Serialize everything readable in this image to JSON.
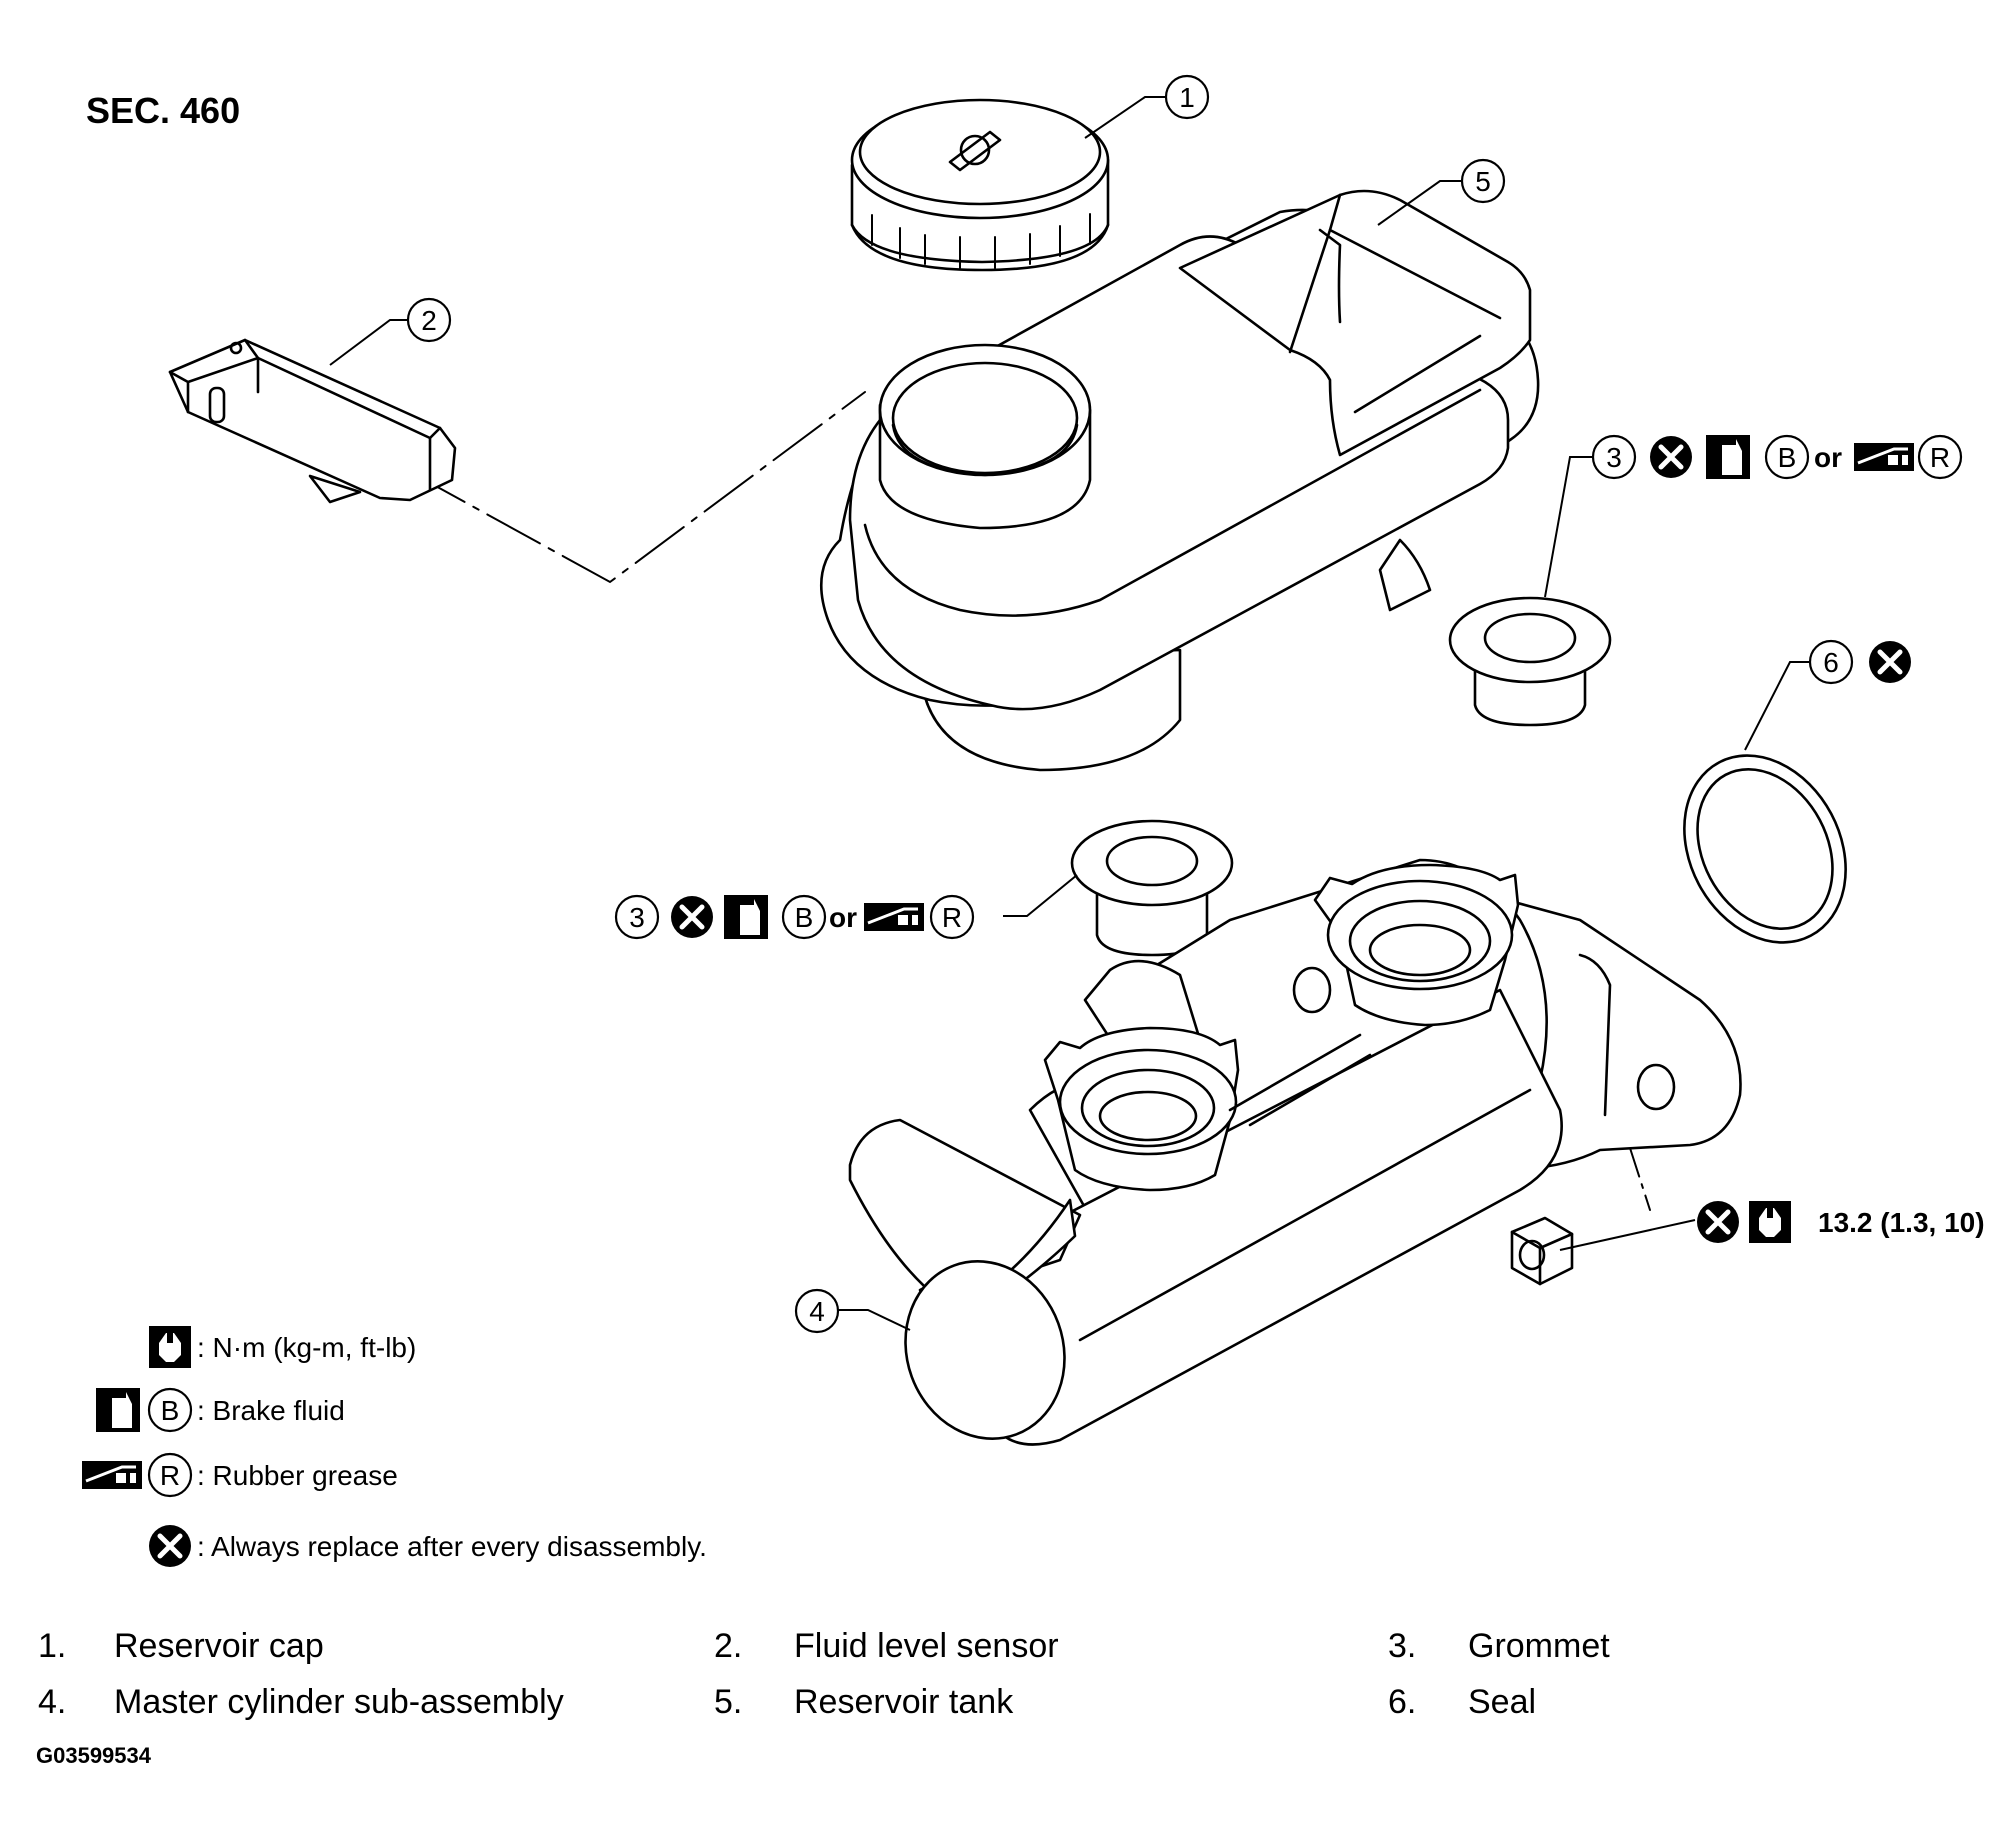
{
  "section_label": "SEC. 460",
  "callouts": {
    "c1": "1",
    "c2": "2",
    "c3_top": "3",
    "c3_left": "3",
    "c4": "4",
    "c5": "5",
    "c6": "6"
  },
  "symbol_letters": {
    "brake_fluid": "B",
    "rubber_grease": "R",
    "or": "or"
  },
  "torque_spec": "13.2 (1.3, 10)",
  "legend": [
    {
      "icon": "torque-wrench-icon",
      "text": ": N·m (kg-m, ft-lb)"
    },
    {
      "icon": "brake-fluid-icon",
      "letter": "B",
      "text": ": Brake fluid"
    },
    {
      "icon": "rubber-grease-icon",
      "letter": "R",
      "text": ": Rubber grease"
    },
    {
      "icon": "always-replace-icon",
      "text": ": Always replace after every disassembly."
    }
  ],
  "parts": [
    {
      "num": "1.",
      "name": "Reservoir cap"
    },
    {
      "num": "2.",
      "name": "Fluid level sensor"
    },
    {
      "num": "3.",
      "name": "Grommet"
    },
    {
      "num": "4.",
      "name": "Master cylinder sub-assembly"
    },
    {
      "num": "5.",
      "name": "Reservoir tank"
    },
    {
      "num": "6.",
      "name": "Seal"
    }
  ],
  "figure_code": "G03599534"
}
